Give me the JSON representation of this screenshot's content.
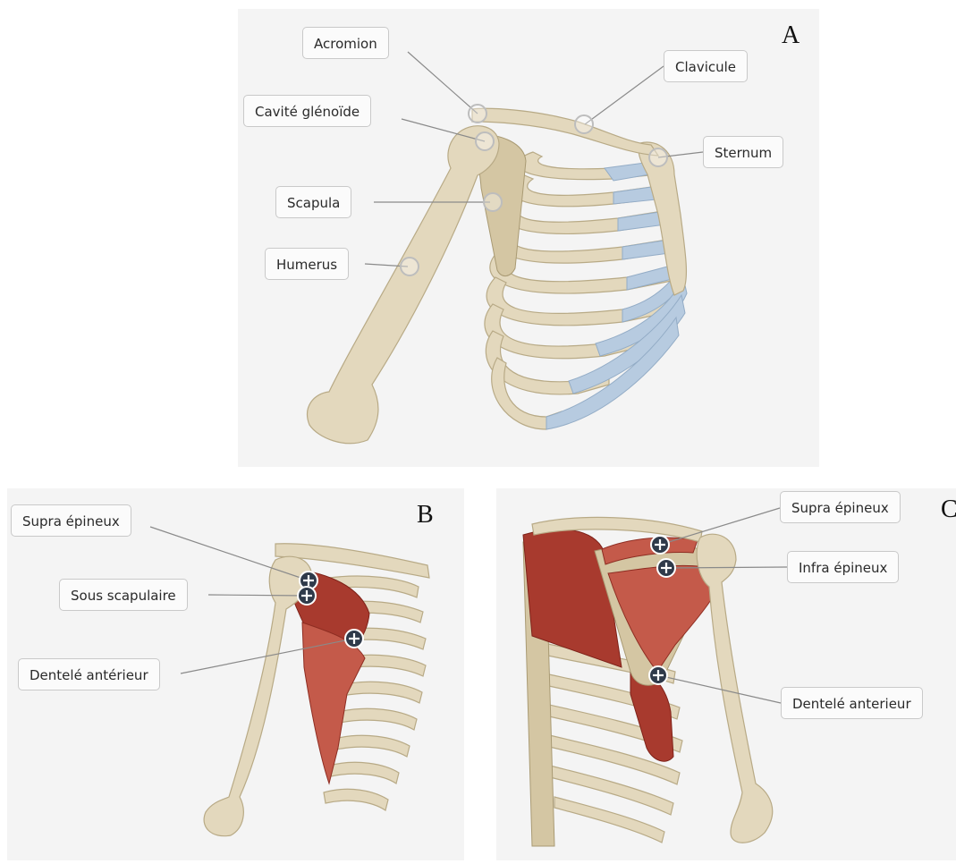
{
  "panels": {
    "a": {
      "letter": "A",
      "labels": {
        "acromion": "Acromion",
        "cavite_glenoide": "Cavité glénoïde",
        "scapula": "Scapula",
        "humerus": "Humerus",
        "clavicule": "Clavicule",
        "sternum": "Sternum"
      }
    },
    "b": {
      "letter": "B",
      "labels": {
        "supra_epineux": "Supra épineux",
        "sous_scapulaire": "Sous scapulaire",
        "dentele_anterieur": "Dentelé antérieur"
      }
    },
    "c": {
      "letter": "C",
      "labels": {
        "supra_epineux": "Supra épineux",
        "infra_epineux": "Infra épineux",
        "dentele_anterieur": "Dentelé anterieur"
      }
    }
  },
  "colors": {
    "bone": "#e3d8bd",
    "cartilage": "#b7cbe0",
    "muscle": "#a83a2e",
    "marker": "#2f3a4a",
    "background": "#f4f4f4"
  }
}
